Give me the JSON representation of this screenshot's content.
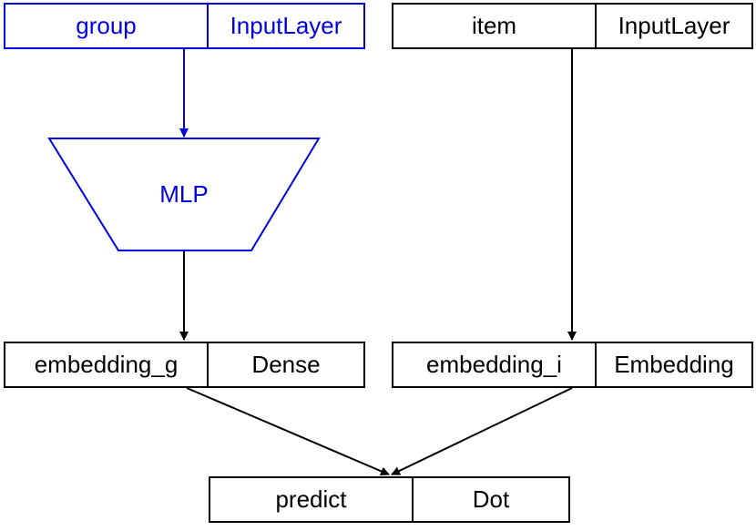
{
  "colors": {
    "highlight": "#0000e6",
    "default": "#000000",
    "background": "#ffffff"
  },
  "nodes": {
    "group": {
      "name": "group",
      "type": "InputLayer"
    },
    "item": {
      "name": "item",
      "type": "InputLayer"
    },
    "mlp": {
      "label": "MLP"
    },
    "embedding_g": {
      "name": "embedding_g",
      "type": "Dense"
    },
    "embedding_i": {
      "name": "embedding_i",
      "type": "Embedding"
    },
    "predict": {
      "name": "predict",
      "type": "Dot"
    }
  },
  "edges": [
    {
      "from": "group",
      "to": "mlp"
    },
    {
      "from": "mlp",
      "to": "embedding_g"
    },
    {
      "from": "item",
      "to": "embedding_i"
    },
    {
      "from": "embedding_g",
      "to": "predict"
    },
    {
      "from": "embedding_i",
      "to": "predict"
    }
  ]
}
